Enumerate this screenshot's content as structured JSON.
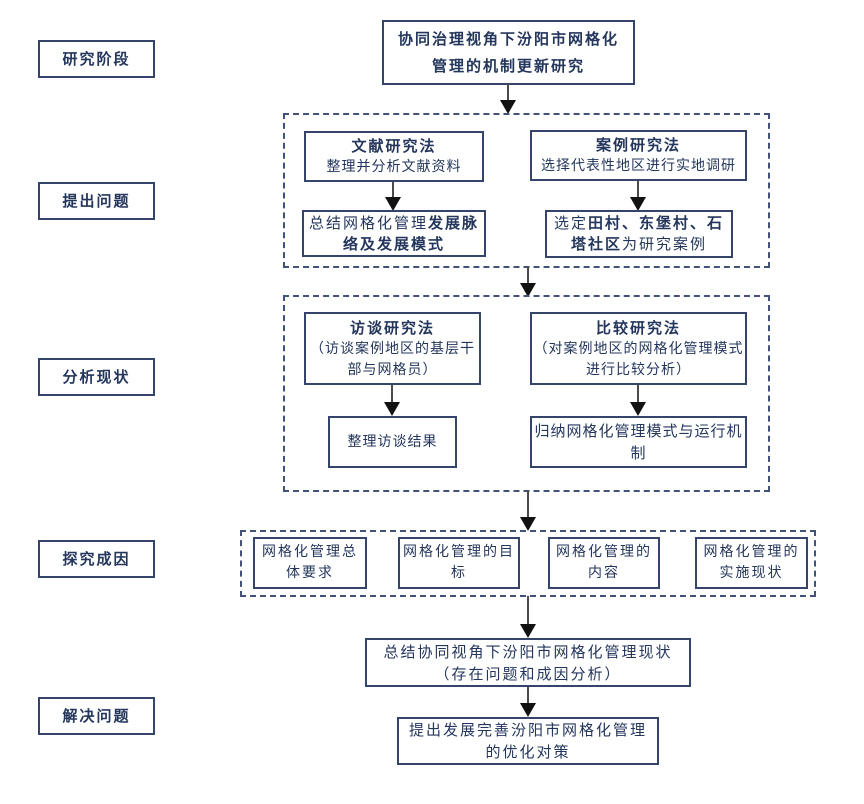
{
  "title": "协同治理视角下汾阳市网格化管理的机制更新研究",
  "stages": [
    {
      "label": "研究阶段"
    },
    {
      "label": "提出问题"
    },
    {
      "label": "分析现状"
    },
    {
      "label": "探究成因"
    },
    {
      "label": "解决问题"
    }
  ],
  "phase1": {
    "literature": {
      "title": "文献研究法",
      "subtitle": "整理并分析文献资料"
    },
    "literature_result": {
      "prefix": "总结网格化管理",
      "bold": "发展脉络及发展模式"
    },
    "case": {
      "title": "案例研究法",
      "subtitle": "选择代表性地区进行实地调研"
    },
    "case_result": {
      "prefix": "选定",
      "bold": "田村、东堡村、石塔社区",
      "suffix": "为研究案例"
    }
  },
  "phase2": {
    "interview": {
      "title": "访谈研究法",
      "subtitle": "（访谈案例地区的基层干部与网格员）"
    },
    "interview_result": "整理访谈结果",
    "compare": {
      "title": "比较研究法",
      "subtitle": "（对案例地区的网格化管理模式进行比较分析）"
    },
    "compare_result": "归纳网格化管理模式与运行机制"
  },
  "phase3": {
    "causes": [
      "网格化管理总体要求",
      "网格化管理的目标",
      "网格化管理的内容",
      "网格化管理的实施现状"
    ]
  },
  "phase4": {
    "summary_line1": "总结协同视角下汾阳市网格化管理现状",
    "summary_line2": "（存在问题和成因分析）"
  },
  "phase5": {
    "final": "提出发展完善汾阳市网格化管理的优化对策"
  },
  "colors": {
    "box_border": "#35446a",
    "dashed_border": "#42527a",
    "text": "#24365c",
    "arrowhead": "#121212"
  }
}
